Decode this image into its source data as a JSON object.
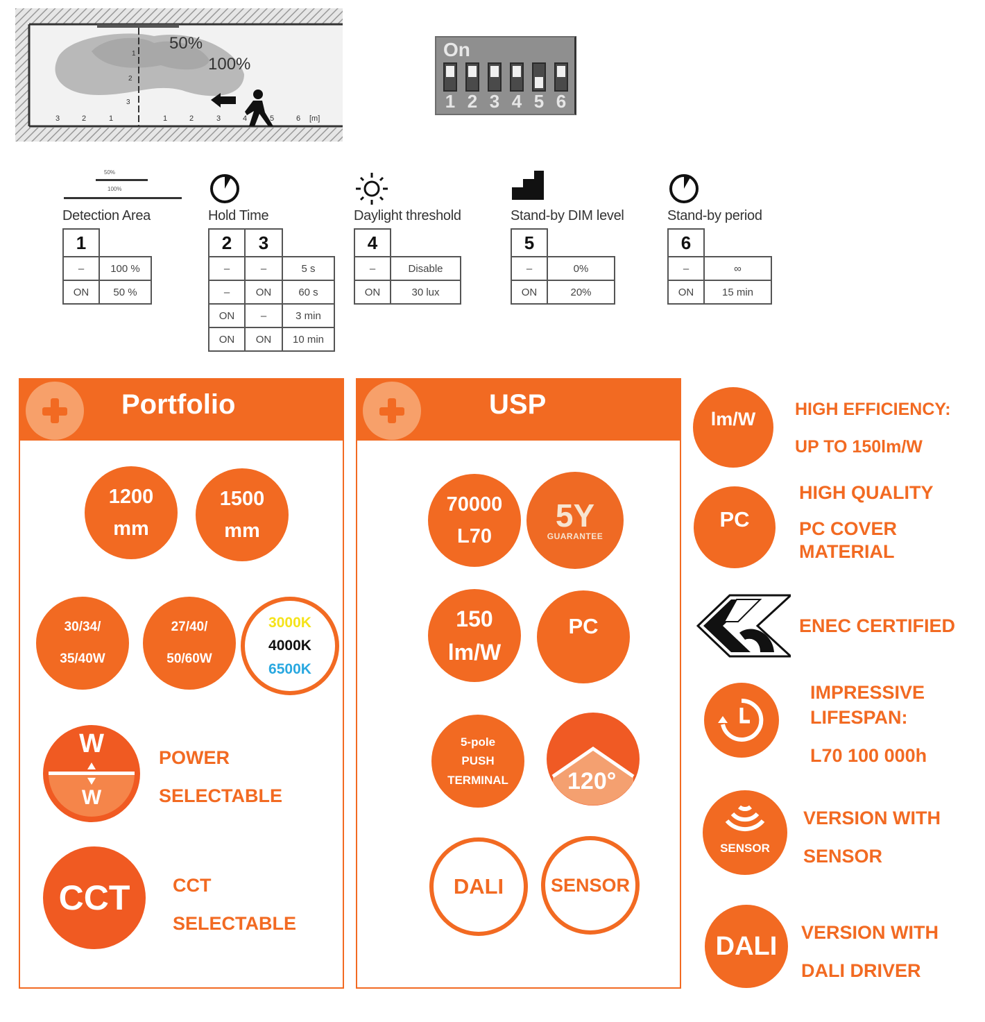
{
  "diagram": {
    "label_50": "50%",
    "label_100": "100%",
    "x_ticks": [
      "3",
      "2",
      "1",
      "1",
      "2",
      "3",
      "4",
      "5",
      "6"
    ],
    "x_unit": "[m]",
    "y_ticks": [
      "1",
      "2",
      "3"
    ]
  },
  "dip_switch": {
    "on_label": "On",
    "switches": [
      {
        "number": "1",
        "state": "off"
      },
      {
        "number": "2",
        "state": "off"
      },
      {
        "number": "3",
        "state": "off"
      },
      {
        "number": "4",
        "state": "off"
      },
      {
        "number": "5",
        "state": "on"
      },
      {
        "number": "6",
        "state": "off"
      }
    ]
  },
  "settings": {
    "detection": {
      "title": "Detection Area",
      "icon_label_small": "50%",
      "icon_label_large": "100%",
      "switch_headers": [
        "1"
      ],
      "rows": [
        [
          "–",
          "100 %"
        ],
        [
          "ON",
          "50 %"
        ]
      ]
    },
    "hold": {
      "title": "Hold Time",
      "switch_headers": [
        "2",
        "3"
      ],
      "rows": [
        [
          "–",
          "–",
          "5 s"
        ],
        [
          "–",
          "ON",
          "60 s"
        ],
        [
          "ON",
          "–",
          "3 min"
        ],
        [
          "ON",
          "ON",
          "10 min"
        ]
      ]
    },
    "daylight": {
      "title": "Daylight threshold",
      "switch_headers": [
        "4"
      ],
      "rows": [
        [
          "–",
          "Disable"
        ],
        [
          "ON",
          "30 lux"
        ]
      ]
    },
    "dim": {
      "title": "Stand-by DIM level",
      "switch_headers": [
        "5"
      ],
      "rows": [
        [
          "–",
          "0%"
        ],
        [
          "ON",
          "20%"
        ]
      ]
    },
    "period": {
      "title": "Stand-by period",
      "switch_headers": [
        "6"
      ],
      "rows": [
        [
          "–",
          "∞"
        ],
        [
          "ON",
          "15 min"
        ]
      ]
    }
  },
  "portfolio": {
    "title": "Portfolio",
    "lengths": [
      {
        "line1": "1200",
        "line2": "mm"
      },
      {
        "line1": "1500",
        "line2": "mm"
      }
    ],
    "powers": [
      {
        "line1": "30/34/",
        "line2": "35/40W"
      },
      {
        "line1": "27/40/",
        "line2": "50/60W"
      }
    ],
    "cct": [
      {
        "label": "3000K",
        "color": "#f5e31a"
      },
      {
        "label": "4000K",
        "color": "#111111"
      },
      {
        "label": "6500K",
        "color": "#29a8e0"
      }
    ],
    "power_icon": {
      "top": "W",
      "bottom": "W"
    },
    "power_text": [
      "POWER",
      "SELECTABLE"
    ],
    "cct_icon": "CCT",
    "cct_text": [
      "CCT",
      "SELECTABLE"
    ]
  },
  "usp": {
    "title": "USP",
    "lifetime": {
      "line1": "70000",
      "line2": "L70"
    },
    "guarantee": {
      "big": "5Y",
      "small": "GUARANTEE"
    },
    "efficacy": {
      "line1": "150",
      "line2": "lm/W"
    },
    "material": "PC",
    "terminal": {
      "line1": "5-pole",
      "line2": "PUSH",
      "line3": "TERMINAL"
    },
    "angle": "120°",
    "dali": "DALI",
    "sensor": "SENSOR"
  },
  "features": [
    {
      "icon": "lm/W",
      "lines": [
        "HIGH EFFICIENCY:",
        "UP TO 150lm/W"
      ]
    },
    {
      "icon": "PC",
      "lines": [
        "HIGH QUALITY",
        "PC COVER",
        "MATERIAL"
      ]
    },
    {
      "icon": "ENEC",
      "lines": [
        "ENEC CERTIFIED"
      ]
    },
    {
      "icon": "lifespan",
      "lines": [
        "IMPRESSIVE",
        "LIFESPAN:",
        "L70 100 000h"
      ]
    },
    {
      "icon": "SENSOR",
      "lines": [
        "VERSION WITH",
        "SENSOR"
      ]
    },
    {
      "icon": "DALI",
      "lines": [
        "VERSION WITH",
        "DALI DRIVER"
      ]
    }
  ],
  "colors": {
    "brand_orange": "#f26a22",
    "light_orange": "#f7a06a"
  }
}
